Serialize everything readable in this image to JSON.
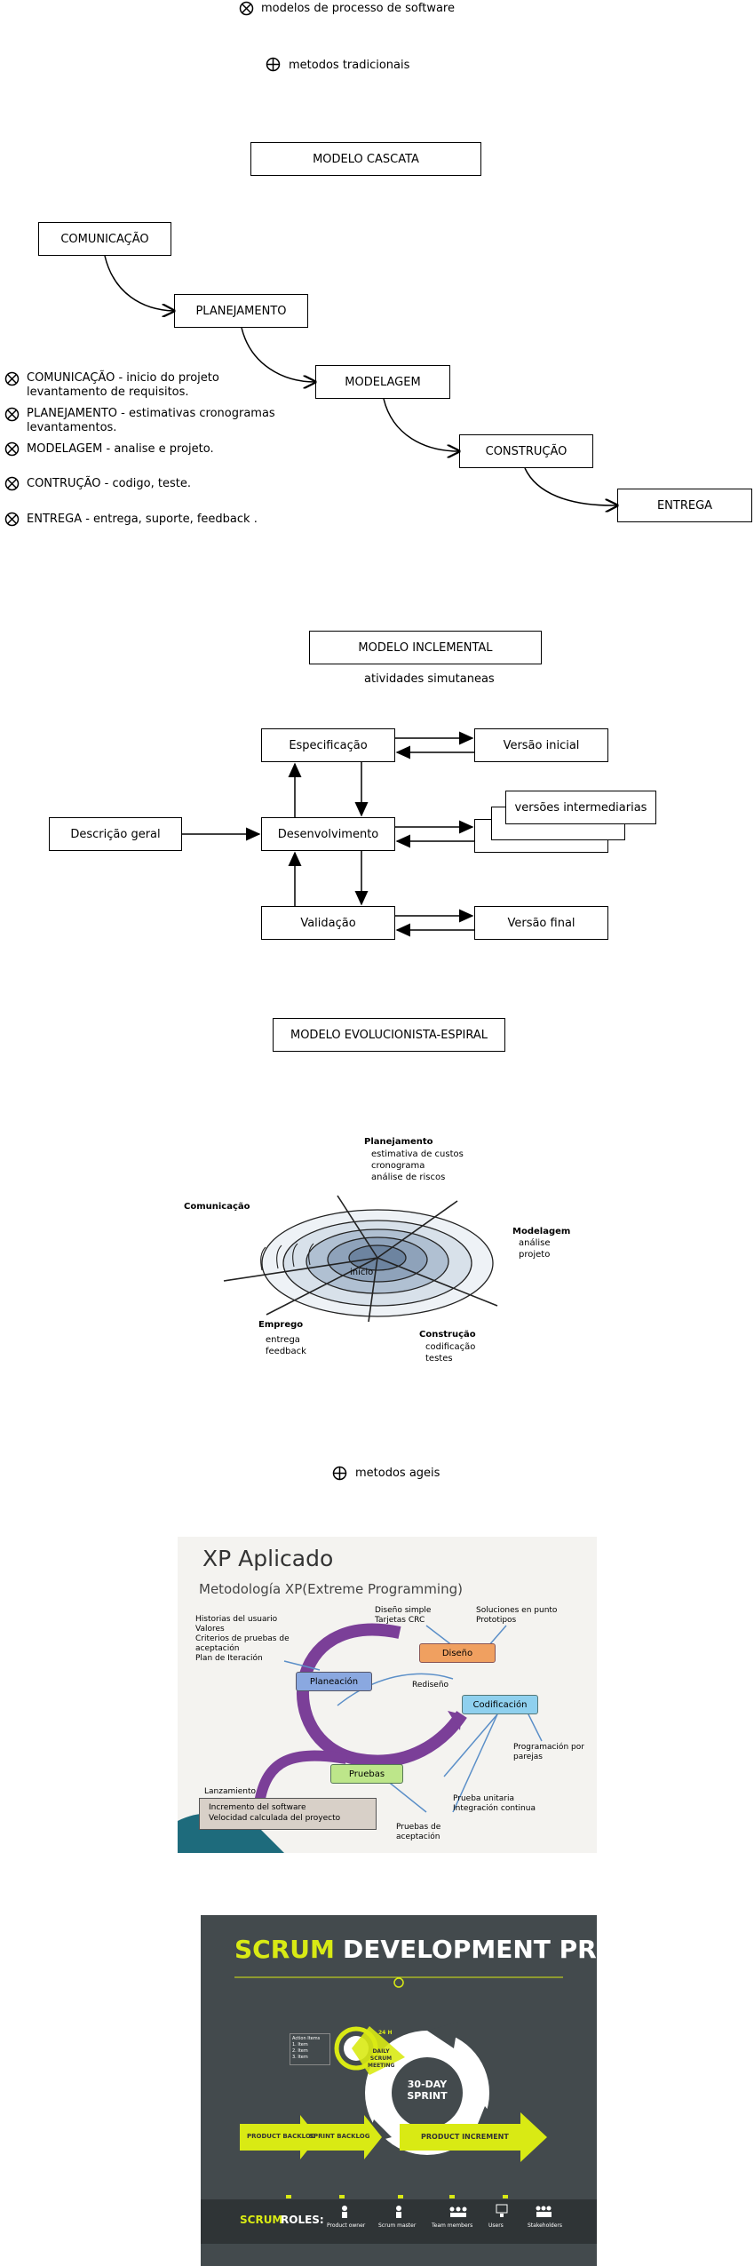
{
  "top": {
    "node1": "modelos de processo de software",
    "node2": "metodos tradicionais",
    "node3": "metodos ageis"
  },
  "cascata": {
    "title": "MODELO CASCATA",
    "steps": [
      "COMUNICAÇÃO",
      "PLANEJAMENTO",
      "MODELAGEM",
      "CONSTRUÇÃO",
      "ENTREGA"
    ],
    "notes": [
      "COMUNICAÇÃO - inicio do projeto levantamento de requisitos.",
      "PLANEJAMENTO - estimativas cronogramas levantamentos.",
      "MODELAGEM - analise e projeto.",
      "CONTRUÇÃO - codigo, teste.",
      "ENTREGA - entrega, suporte, feedback ."
    ]
  },
  "incremental": {
    "title": "MODELO INCLEMENTAL",
    "subtitle": "atividades simutaneas",
    "descricao": "Descrição geral",
    "especificacao": "Especificação",
    "desenvolvimento": "Desenvolvimento",
    "validacao": "Validação",
    "versao_inicial": "Versão inicial",
    "versoes_intermediarias": "versões intermediarias",
    "versao_final": "Versão final"
  },
  "espiral": {
    "title": "MODELO EVOLUCIONISTA-ESPIRAL",
    "planejamento": "Planejamento",
    "planejamento_items": [
      "estimativa de custos",
      "cronograma",
      "análise de riscos"
    ],
    "comunicacao": "Comunicação",
    "modelagem": "Modelagem",
    "modelagem_items": [
      "análise",
      "projeto"
    ],
    "emprego": "Emprego",
    "emprego_items": [
      "entrega",
      "feedback"
    ],
    "construcao": "Construção",
    "construcao_items": [
      "codificação",
      "testes"
    ],
    "inicio": "início"
  },
  "xp": {
    "title": "XP Aplicado",
    "subtitle": "Metodología XP(Extreme Programming)",
    "planeacion_items": [
      "Historias del usuario",
      "Valores",
      "Criterios de pruebas de aceptación",
      "Plan de Iteración"
    ],
    "diseno_left": [
      "Diseño simple",
      "Tarjetas CRC"
    ],
    "diseno_right": [
      "Soluciones en punto",
      "Prototipos"
    ],
    "planeacion": "Planeación",
    "diseno": "Diseño",
    "rediseno": "Rediseño",
    "codificacion": "Codificación",
    "pruebas": "Pruebas",
    "programacion": "Programación por parejas",
    "pruebas_items": [
      "Prueba unitaria",
      "Integración continua"
    ],
    "pruebas_aceptacion": "Pruebas de aceptación",
    "lanzamiento": "Lanzamiento",
    "lanzamiento_items": [
      "Incremento del software",
      "Velocidad calculada del proyecto"
    ],
    "colors": {
      "purple": "#7b3f98",
      "planeacion": "#8aa8e0",
      "diseno": "#f0a060",
      "codificacion": "#8fd0ee",
      "pruebas": "#bde68a"
    }
  },
  "scrum": {
    "title_a": "SCRUM",
    "title_b": "DEVELOPMENT PROCESS",
    "backlog": "PRODUCT BACKLOG",
    "sprint_backlog": "SPRINT BACKLOG",
    "increment": "PRODUCT INCREMENT",
    "daily": "DAILY SCRUM MEETING",
    "sprint": "30-DAY SPRINT",
    "hrs": "24 H",
    "action_items_title": "Action Items",
    "action_items": [
      "1. Item",
      "2. Item",
      "3. Item"
    ],
    "roles_a": "SCRUM",
    "roles_b": "ROLES:",
    "roles": [
      "Product owner",
      "Scrum master",
      "Team members",
      "Users",
      "Stakeholders"
    ],
    "colors": {
      "bg": "#434a4d",
      "accent": "#d9ea14"
    }
  }
}
